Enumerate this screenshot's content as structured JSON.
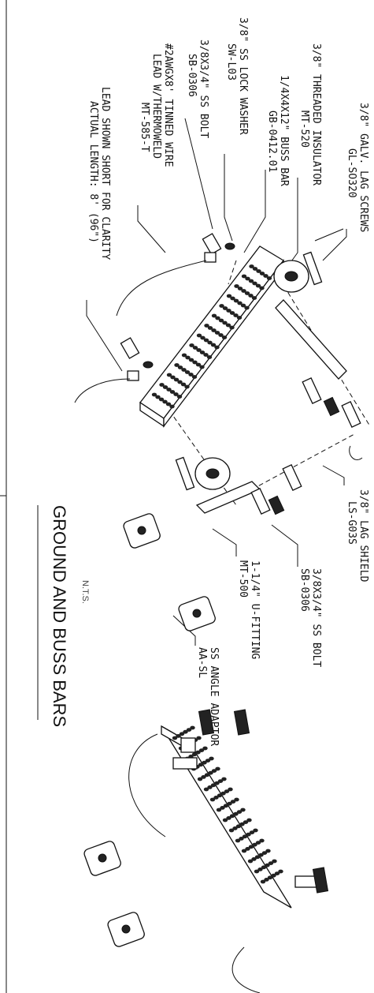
{
  "labels": {
    "lag_screws": {
      "name": "3/8\" GALV. LAG SCREWS",
      "code": "GL-SO320"
    },
    "threaded_insulator": {
      "name": "3/8\" THREADED INSULATOR",
      "code": "MT-520"
    },
    "buss_bar": {
      "name": "1/4X4X12\" BUSS BAR",
      "code": "GB-0412.01"
    },
    "lock_washer": {
      "name": "3/8\" SS LOCK WASHER",
      "code": "SW-L03"
    },
    "ss_bolt_left": {
      "name": "3/8X3/4\" SS BOLT",
      "code": "SB-0306"
    },
    "tinned_wire": {
      "line1": "#2AWGX8' TINNED WIRE",
      "line2": "LEAD W/THERMOWELD",
      "code": "MT-585-T"
    },
    "lead_note": {
      "line1": "LEAD SHOWN SHORT FOR CLARITY",
      "line2": "ACTUAL LENGTH: 8' (96\")"
    },
    "lag_shield": {
      "name": "3/8\" LAG SHIELD",
      "code": "LS-G03S"
    },
    "ss_bolt_right": {
      "name": "3/8X3/4\" SS BOLT",
      "code": "SB-0306"
    },
    "u_fitting": {
      "name": "1-1/4\" U-FITTING",
      "code": "MT-500"
    },
    "angle_adaptor": {
      "name": "SS ANGLE ADAPTOR",
      "code": "AA-SL"
    }
  },
  "title": "GROUND AND BUSS BARS",
  "scale_note": "N.T.S."
}
